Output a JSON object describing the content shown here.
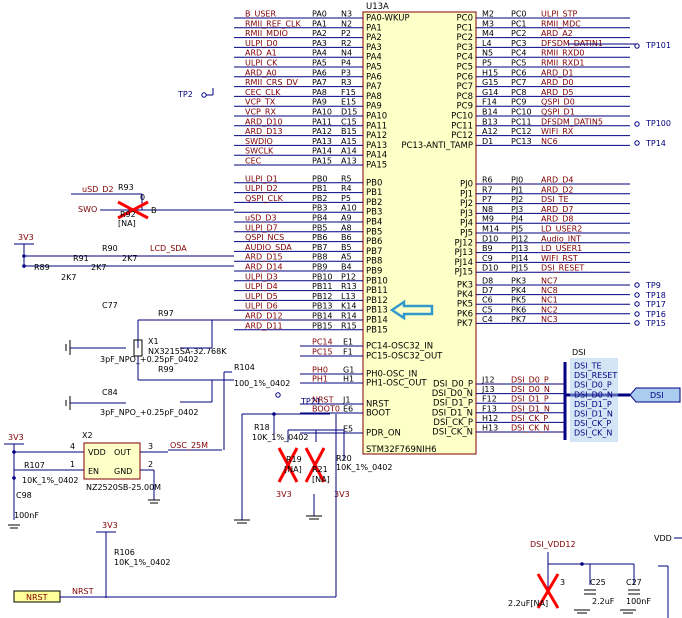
{
  "colors": {
    "wire": "#000080",
    "net": "#800000",
    "ic_fill": "#ffffc8",
    "no_fit": "#ff0000",
    "arrow": "#3399cc",
    "label_fill": "#ffff99",
    "bus_label": "#aaccee"
  },
  "ic": {
    "ref": "U13A",
    "part": "STM32F769NIH6"
  },
  "left_pins": [
    {
      "net": "B_USER",
      "pa": "PA0",
      "num": "N3",
      "inner": "PA0-WKUP"
    },
    {
      "net": "RMII_REF_CLK",
      "pa": "PA1",
      "num": "N2",
      "inner": "PA1"
    },
    {
      "net": "RMII_MDIO",
      "pa": "PA2",
      "num": "P2",
      "inner": "PA2"
    },
    {
      "net": "ULPI_D0",
      "pa": "PA3",
      "num": "R2",
      "inner": "PA3"
    },
    {
      "net": "ARD_A1",
      "pa": "PA4",
      "num": "N4",
      "inner": "PA4"
    },
    {
      "net": "ULPI_CK",
      "pa": "PA5",
      "num": "P4",
      "inner": "PA5"
    },
    {
      "net": "ARD_A0",
      "pa": "PA6",
      "num": "P3",
      "inner": "PA6"
    },
    {
      "net": "RMII_CRS_DV",
      "pa": "PA7",
      "num": "R3",
      "inner": "PA7"
    },
    {
      "net": "CEC_CLK",
      "pa": "PA8",
      "num": "F15",
      "inner": "PA8"
    },
    {
      "net": "VCP_TX",
      "pa": "PA9",
      "num": "E15",
      "inner": "PA9"
    },
    {
      "net": "VCP_RX",
      "pa": "PA10",
      "num": "D15",
      "inner": "PA10"
    },
    {
      "net": "ARD_D10",
      "pa": "PA11",
      "num": "C15",
      "inner": "PA11"
    },
    {
      "net": "ARD_D13",
      "pa": "PA12",
      "num": "B15",
      "inner": "PA12"
    },
    {
      "net": "SWDIO",
      "pa": "PA13",
      "num": "A15",
      "inner": "PA13"
    },
    {
      "net": "SWCLK",
      "pa": "PA14",
      "num": "A14",
      "inner": "PA14"
    },
    {
      "net": "CEC",
      "pa": "PA15",
      "num": "A13",
      "inner": "PA15"
    },
    {
      "net": "ULPI_D1",
      "pa": "PB0",
      "num": "R5",
      "inner": "PB0"
    },
    {
      "net": "ULPI_D2",
      "pa": "PB1",
      "num": "R4",
      "inner": "PB1"
    },
    {
      "net": "QSPI_CLK",
      "pa": "PB2",
      "num": "P5",
      "inner": "PB2"
    },
    {
      "net": "",
      "pa": "PB3",
      "num": "A10",
      "inner": "PB3"
    },
    {
      "net": "uSD_D3",
      "pa": "PB4",
      "num": "A9",
      "inner": "PB4"
    },
    {
      "net": "ULPI_D7",
      "pa": "PB5",
      "num": "A8",
      "inner": "PB5"
    },
    {
      "net": "QSPI_NCS",
      "pa": "PB6",
      "num": "B6",
      "inner": "PB6"
    },
    {
      "net": "AUDIO_SDA",
      "pa": "PB7",
      "num": "B5",
      "inner": "PB7"
    },
    {
      "net": "ARD_D15",
      "pa": "PB8",
      "num": "A5",
      "inner": "PB8"
    },
    {
      "net": "ARD_D14",
      "pa": "PB9",
      "num": "B4",
      "inner": "PB9"
    },
    {
      "net": "ULPI_D3",
      "pa": "PB10",
      "num": "P12",
      "inner": "PB10"
    },
    {
      "net": "ULPI_D4",
      "pa": "PB11",
      "num": "R13",
      "inner": "PB11"
    },
    {
      "net": "ULPI_D5",
      "pa": "PB12",
      "num": "L13",
      "inner": "PB12"
    },
    {
      "net": "ULPI_D6",
      "pa": "PB13",
      "num": "K14",
      "inner": "PB13"
    },
    {
      "net": "ARD_D12",
      "pa": "PB14",
      "num": "R14",
      "inner": "PB14"
    },
    {
      "net": "ARD_D11",
      "pa": "PB15",
      "num": "R15",
      "inner": "PB15"
    }
  ],
  "right_pins": [
    {
      "inner": "PC0",
      "num": "M2",
      "pc": "PC0",
      "net": "ULPI_STP"
    },
    {
      "inner": "PC1",
      "num": "M3",
      "pc": "PC1",
      "net": "RMII_MDC"
    },
    {
      "inner": "PC2",
      "num": "M4",
      "pc": "PC2",
      "net": "ARD_A2"
    },
    {
      "inner": "PC3",
      "num": "L4",
      "pc": "PC3",
      "net": "DFSDM_DATIN1"
    },
    {
      "inner": "PC4",
      "num": "N5",
      "pc": "PC4",
      "net": "RMII_RXD0"
    },
    {
      "inner": "PC5",
      "num": "P5",
      "pc": "PC5",
      "net": "RMII_RXD1"
    },
    {
      "inner": "PC6",
      "num": "H15",
      "pc": "PC6",
      "net": "ARD_D1"
    },
    {
      "inner": "PC7",
      "num": "G15",
      "pc": "PC7",
      "net": "ARD_D0"
    },
    {
      "inner": "PC8",
      "num": "G14",
      "pc": "PC8",
      "net": "ARD_D5"
    },
    {
      "inner": "PC9",
      "num": "F14",
      "pc": "PC9",
      "net": "QSPI_D0"
    },
    {
      "inner": "PC10",
      "num": "B14",
      "pc": "PC10",
      "net": "QSPI_D1"
    },
    {
      "inner": "PC11",
      "num": "B13",
      "pc": "PC11",
      "net": "DFSDM_DATIN5"
    },
    {
      "inner": "PC12",
      "num": "A12",
      "pc": "PC12",
      "net": "WIFI_RX"
    },
    {
      "inner": "PC13-ANTI_TAMP",
      "num": "D1",
      "pc": "PC13",
      "net": "NC6"
    },
    {
      "inner": "PJ0",
      "num": "R6",
      "pc": "PJ0",
      "net": "ARD_D4"
    },
    {
      "inner": "PJ1",
      "num": "R7",
      "pc": "PJ1",
      "net": "ARD_D2"
    },
    {
      "inner": "PJ2",
      "num": "P7",
      "pc": "PJ2",
      "net": "DSI_TE"
    },
    {
      "inner": "PJ3",
      "num": "N8",
      "pc": "PJ3",
      "net": "ARD_D7"
    },
    {
      "inner": "PJ4",
      "num": "M9",
      "pc": "PJ4",
      "net": "ARD_D8"
    },
    {
      "inner": "PJ5",
      "num": "M14",
      "pc": "PJ5",
      "net": "LD_USER2"
    },
    {
      "inner": "PJ12",
      "num": "D10",
      "pc": "PJ12",
      "net": "Audio_INT"
    },
    {
      "inner": "PJ13",
      "num": "B9",
      "pc": "PJ13",
      "net": "LD_USER1"
    },
    {
      "inner": "PJ14",
      "num": "C9",
      "pc": "PJ14",
      "net": "WIFI_RST"
    },
    {
      "inner": "PJ15",
      "num": "D10",
      "pc": "PJ15",
      "net": "DSI_RESET"
    },
    {
      "inner": "PK3",
      "num": "D8",
      "pc": "PK3",
      "net": "NC7"
    },
    {
      "inner": "PK4",
      "num": "D7",
      "pc": "PK4",
      "net": "NC8"
    },
    {
      "inner": "PK5",
      "num": "C6",
      "pc": "PK5",
      "net": "NC1"
    },
    {
      "inner": "PK6",
      "num": "C5",
      "pc": "PK6",
      "net": "NC2"
    },
    {
      "inner": "PK7",
      "num": "C4",
      "pc": "PK7",
      "net": "NC3"
    }
  ],
  "left_lower": [
    {
      "net": "PC14",
      "num": "E1",
      "inner": "PC14-OSC32_IN"
    },
    {
      "net": "PC15",
      "num": "F1",
      "inner": "PC15-OSC32_OUT"
    },
    {
      "net": "PH0",
      "num": "G1",
      "inner": "PH0-OSC_IN"
    },
    {
      "net": "PH1",
      "num": "H1",
      "inner": "PH1-OSC_OUT"
    },
    {
      "net": "NRST",
      "num": "J1",
      "inner": "NRST"
    },
    {
      "net": "BOOT0",
      "num": "E6",
      "inner": "BOOT"
    },
    {
      "net": "",
      "num": "E5",
      "inner": "PDR_ON"
    }
  ],
  "dsi_pins": [
    {
      "inner": "DSI_D0_P",
      "num": "J12",
      "net": "DSI_D0_P"
    },
    {
      "inner": "DSI_D0_N",
      "num": "J13",
      "net": "DSI_D0_N"
    },
    {
      "inner": "DSI_D1_P",
      "num": "F12",
      "net": "DSI_D1_P"
    },
    {
      "inner": "DSI_D1_N",
      "num": "F13",
      "net": "DSI_D1_N"
    },
    {
      "inner": "DSI_CK_P",
      "num": "H12",
      "net": "DSI_CK_P"
    },
    {
      "inner": "DSI_CK_N",
      "num": "H13",
      "net": "DSI_CK_N"
    }
  ],
  "dsi_bus": {
    "title": "DSI",
    "entries": [
      "DSI_TE",
      "DSI_RESET",
      "DSI_D0_P",
      "DSI_D0_N",
      "DSI_D1_P",
      "DSI_D1_N",
      "DSI_CK_P",
      "DSI_CK_N"
    ],
    "port": "DSI"
  },
  "testpoints": {
    "tp101": "TP101",
    "tp100": "TP100",
    "tp14": "TP14",
    "tp2": "TP2",
    "tp9": "TP9",
    "tp18": "TP18",
    "tp17": "TP17",
    "tp16": "TP16",
    "tp15": "TP15",
    "tp21": "TP21"
  },
  "swo": {
    "net_usd": "uSD_D2",
    "ref": "R93",
    "val0": "0",
    "net_swo": "SWO",
    "r92": "R92",
    "na": "[NA]",
    "b": "B"
  },
  "pullups": {
    "vcc": "3V3",
    "r90": "R90",
    "v90": "2K7",
    "lcd": "LCD_SDA",
    "r91": "R91",
    "v91": "2K7",
    "r89": "R89",
    "v89": "2K7"
  },
  "osc32": {
    "c77": "C77",
    "c77v": "3pF_NPO_+0.25pF_0402",
    "r97": "R97",
    "x1": "X1",
    "x1v": "NX3215SA-32.768K",
    "c84": "C84",
    "c84v": "3pF_NPO_+0.25pF_0402",
    "r99": "R99"
  },
  "osc25": {
    "r104": "R104",
    "r104v": "100_1%_0402",
    "vcc": "3V3",
    "x2": "X2",
    "vdd": "VDD",
    "out": "OUT",
    "en": "EN",
    "gnd": "GND",
    "p4": "4",
    "p3": "3",
    "p1": "1",
    "p2": "2",
    "net": "OSC_25M",
    "part": "NZ2520SB-25.00M",
    "r107": "R107",
    "r107v": "10K_1%_0402",
    "c98": "C98",
    "c98v": "100nF"
  },
  "boot": {
    "r18": "R18",
    "r18v": "10K_1%_0402",
    "r19": "R19",
    "r19v": "[NA]",
    "r21": "R21",
    "r21v": "[NA]",
    "r20": "R20",
    "r20v": "10K_1%_0402",
    "vcc1": "3V3",
    "vcc2": "3V3"
  },
  "nrst": {
    "vcc": "3V3",
    "r106": "R106",
    "r106v": "10K_1%_0402",
    "label": "NRST",
    "net": "NRST"
  },
  "dsi_supply": {
    "net": "DSI_VDD12",
    "c23v": "2.2uF[NA]",
    "c23": "3",
    "c25": "C25",
    "c25v": "2.2uF",
    "c27": "C27",
    "c27v": "100nF",
    "vdd": "VDD"
  }
}
